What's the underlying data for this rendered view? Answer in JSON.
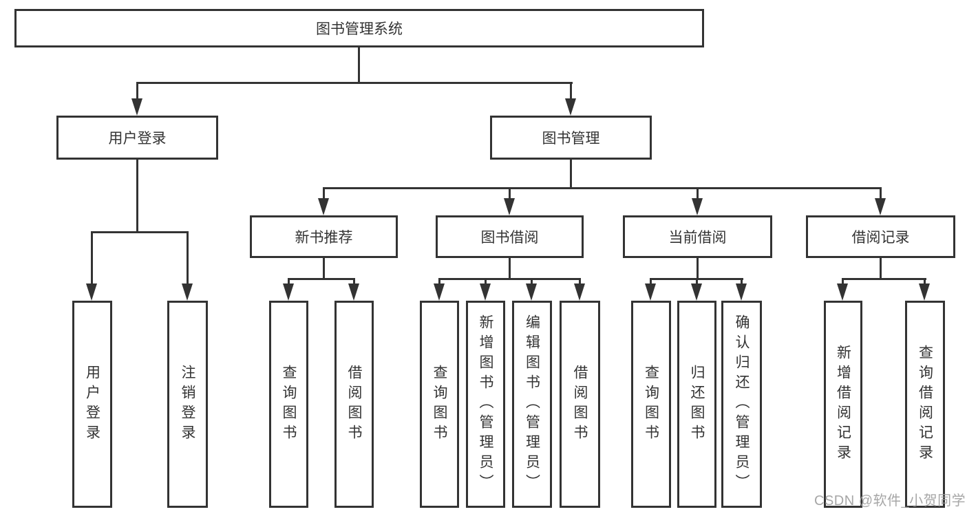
{
  "tree": {
    "label": "图书管理系统",
    "children": [
      {
        "label": "用户登录",
        "children": [
          {
            "label": "用户登录"
          },
          {
            "label": "注销登录"
          }
        ]
      },
      {
        "label": "图书管理",
        "children": [
          {
            "label": "新书推荐",
            "children": [
              {
                "label": "查询图书"
              },
              {
                "label": "借阅图书"
              }
            ]
          },
          {
            "label": "图书借阅",
            "children": [
              {
                "label": "查询图书"
              },
              {
                "label": "新增图书（管理员）"
              },
              {
                "label": "编辑图书（管理员）"
              },
              {
                "label": "借阅图书"
              }
            ]
          },
          {
            "label": "当前借阅",
            "children": [
              {
                "label": "查询图书"
              },
              {
                "label": "归还图书"
              },
              {
                "label": "确认归还（管理员）"
              }
            ]
          },
          {
            "label": "借阅记录",
            "children": [
              {
                "label": "新增借阅记录"
              },
              {
                "label": "查询借阅记录"
              }
            ]
          }
        ]
      }
    ]
  },
  "watermark": {
    "text": "CSDN @软件_小贺同学",
    "color": "#9f9f9f"
  },
  "colors": {
    "line": "#333333",
    "text": "#333333",
    "background": "#ffffff"
  }
}
